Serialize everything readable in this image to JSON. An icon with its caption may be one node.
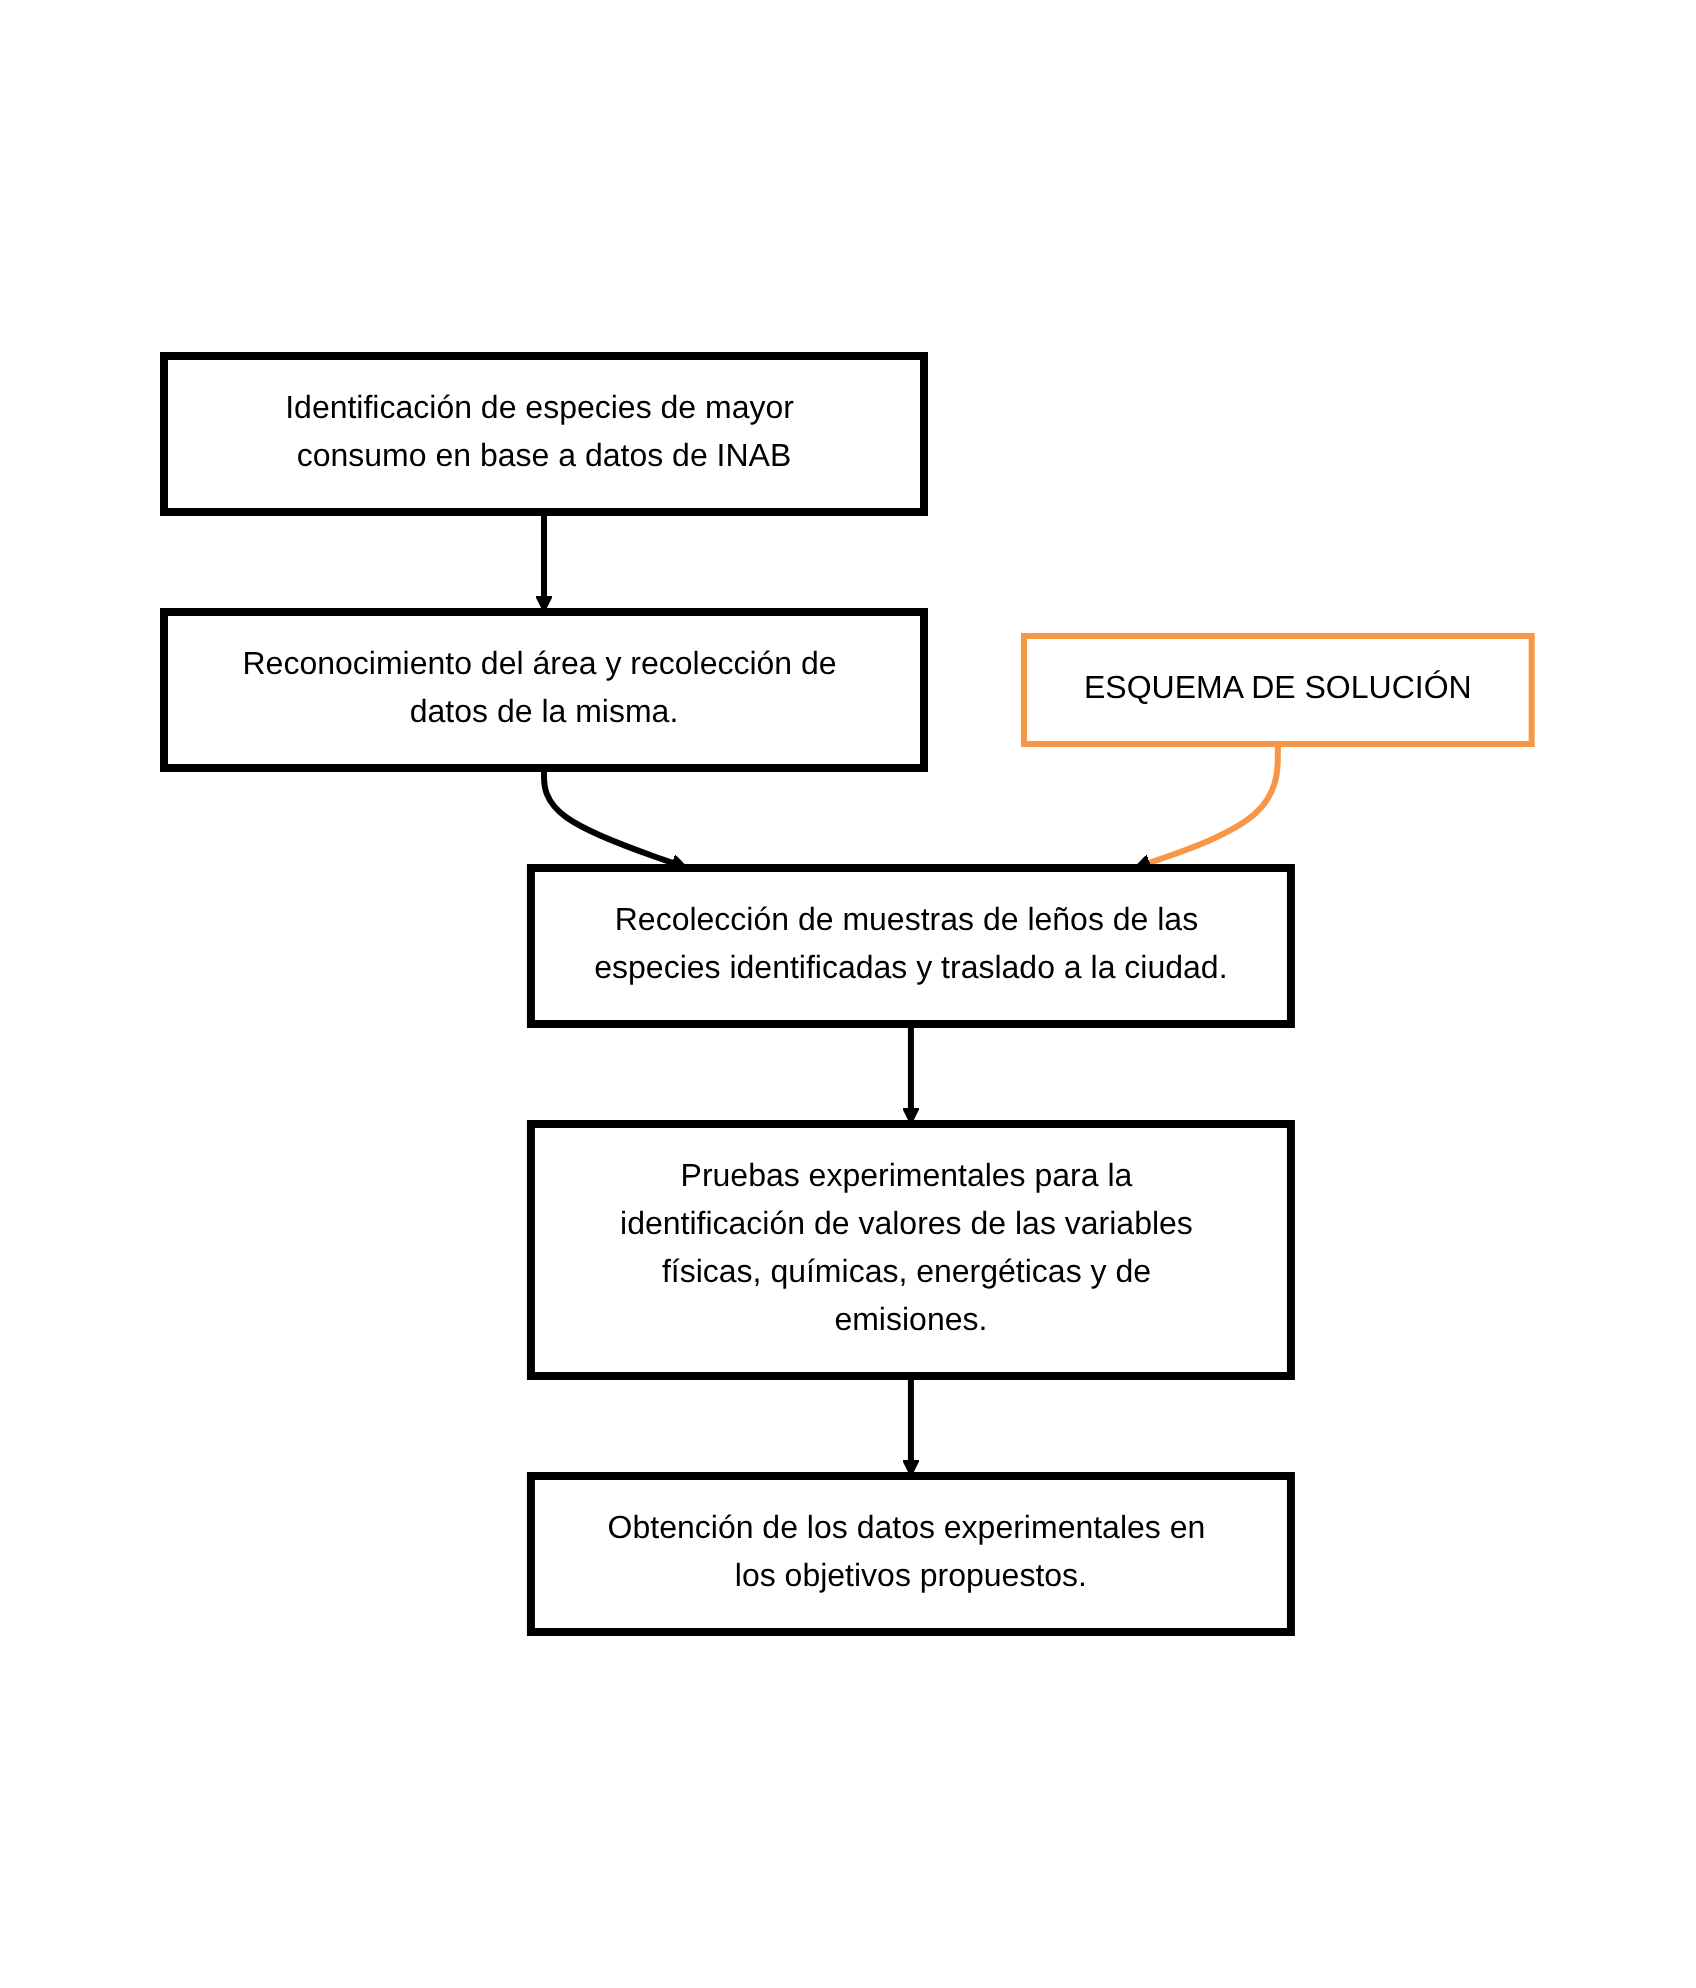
{
  "diagram": {
    "nodes": [
      {
        "text": [
          "Identificación de especies de mayor consumo en base a datos de INAB"
        ]
      },
      {
        "text": [
          "Reconocimiento del área y recolección de datos de la misma."
        ]
      },
      {
        "text": [
          "Recolección de muestras de leños de las especies identificadas y traslado a la ciudad."
        ]
      },
      {
        "text": [
          "Pruebas experimentales para la identificación de valores de las variables físicas, químicas, energéticas y de emisiones."
        ]
      },
      {
        "text": [
          "Obtención de los datos experimentales en los objetivos propuestos."
        ]
      },
      {
        "text": [
          "ESQUEMA DE SOLUCIÓN"
        ]
      }
    ],
    "edges": [
      {
        "from": 0,
        "to": 1,
        "arrow": "to"
      },
      {
        "from": 1,
        "to": 2,
        "arrow": "to"
      },
      {
        "from": 2,
        "to": 3,
        "arrow": "to"
      },
      {
        "from": 3,
        "to": 4,
        "arrow": "to"
      },
      {
        "from": 5,
        "to": 2,
        "arrow": "to",
        "color": "#f79646"
      }
    ]
  }
}
